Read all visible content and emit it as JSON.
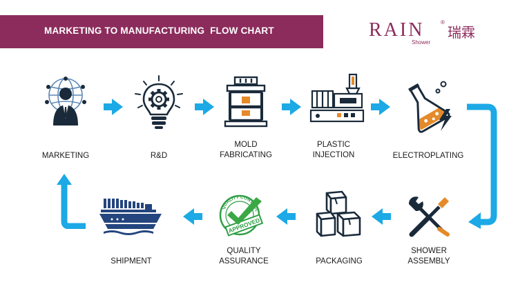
{
  "header": {
    "title": "MARKETING TO MANUFACTURING  FLOW CHART"
  },
  "logo": {
    "brand": "RAIN",
    "registered": "®",
    "chinese": "瑞霖",
    "sub": "Shower"
  },
  "colors": {
    "banner": "#8b2c5c",
    "arrow": "#1ca9e6",
    "icon_dark": "#1a2a3a",
    "accent_orange": "#e58a2a",
    "accent_green": "#2f9e45",
    "ship_blue": "#24457e"
  },
  "flow": {
    "row1": [
      {
        "label": "MARKETING",
        "icon": "marketing-globe-person-icon"
      },
      {
        "label": "R&D",
        "icon": "lightbulb-gear-icon"
      },
      {
        "label": "MOLD\nFABRICATING",
        "icon": "mold-press-icon"
      },
      {
        "label": "PLASTIC\nINJECTION",
        "icon": "injection-machine-icon"
      },
      {
        "label": "ELECTROPLATING",
        "icon": "flask-lightning-icon"
      }
    ],
    "row2": [
      {
        "label": "SHOWER\nASSEMBLY",
        "icon": "wrench-screwdriver-icon"
      },
      {
        "label": "PACKAGING",
        "icon": "boxes-icon"
      },
      {
        "label": "QUALITY\nASSURANCE",
        "icon": "quality-approved-stamp-icon"
      },
      {
        "label": "SHIPMENT",
        "icon": "cargo-ship-icon"
      }
    ],
    "stamp": {
      "top_text": "QUALITY CONTROL",
      "bottom_text": "APPROVED"
    }
  }
}
